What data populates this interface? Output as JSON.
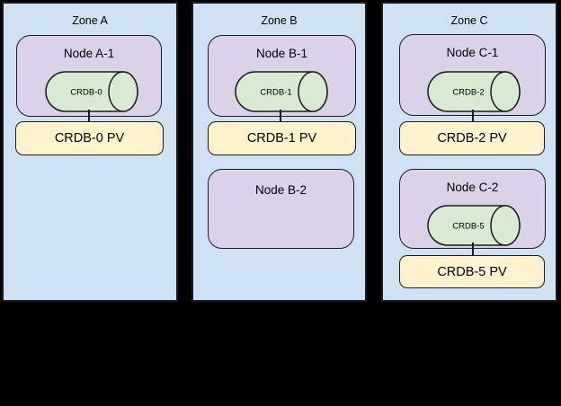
{
  "colors": {
    "background": "#000000",
    "zone_fill": "#cfe2f3",
    "node_fill": "#d9d2e9",
    "cylinder_fill": "#d9ead3",
    "pv_fill": "#fff2cc",
    "stroke": "#1c1c1c",
    "text": "#000000"
  },
  "zones": [
    {
      "title": "Zone A",
      "nodes": [
        {
          "title": "Node A-1",
          "database": "CRDB-0",
          "pv": "CRDB-0 PV"
        }
      ]
    },
    {
      "title": "Zone B",
      "nodes": [
        {
          "title": "Node B-1",
          "database": "CRDB-1",
          "pv": "CRDB-1 PV"
        },
        {
          "title": "Node B-2"
        }
      ]
    },
    {
      "title": "Zone C",
      "nodes": [
        {
          "title": "Node C-1",
          "database": "CRDB-2",
          "pv": "CRDB-2 PV"
        },
        {
          "title": "Node C-2",
          "database": "CRDB-5",
          "pv": "CRDB-5 PV"
        }
      ]
    }
  ]
}
